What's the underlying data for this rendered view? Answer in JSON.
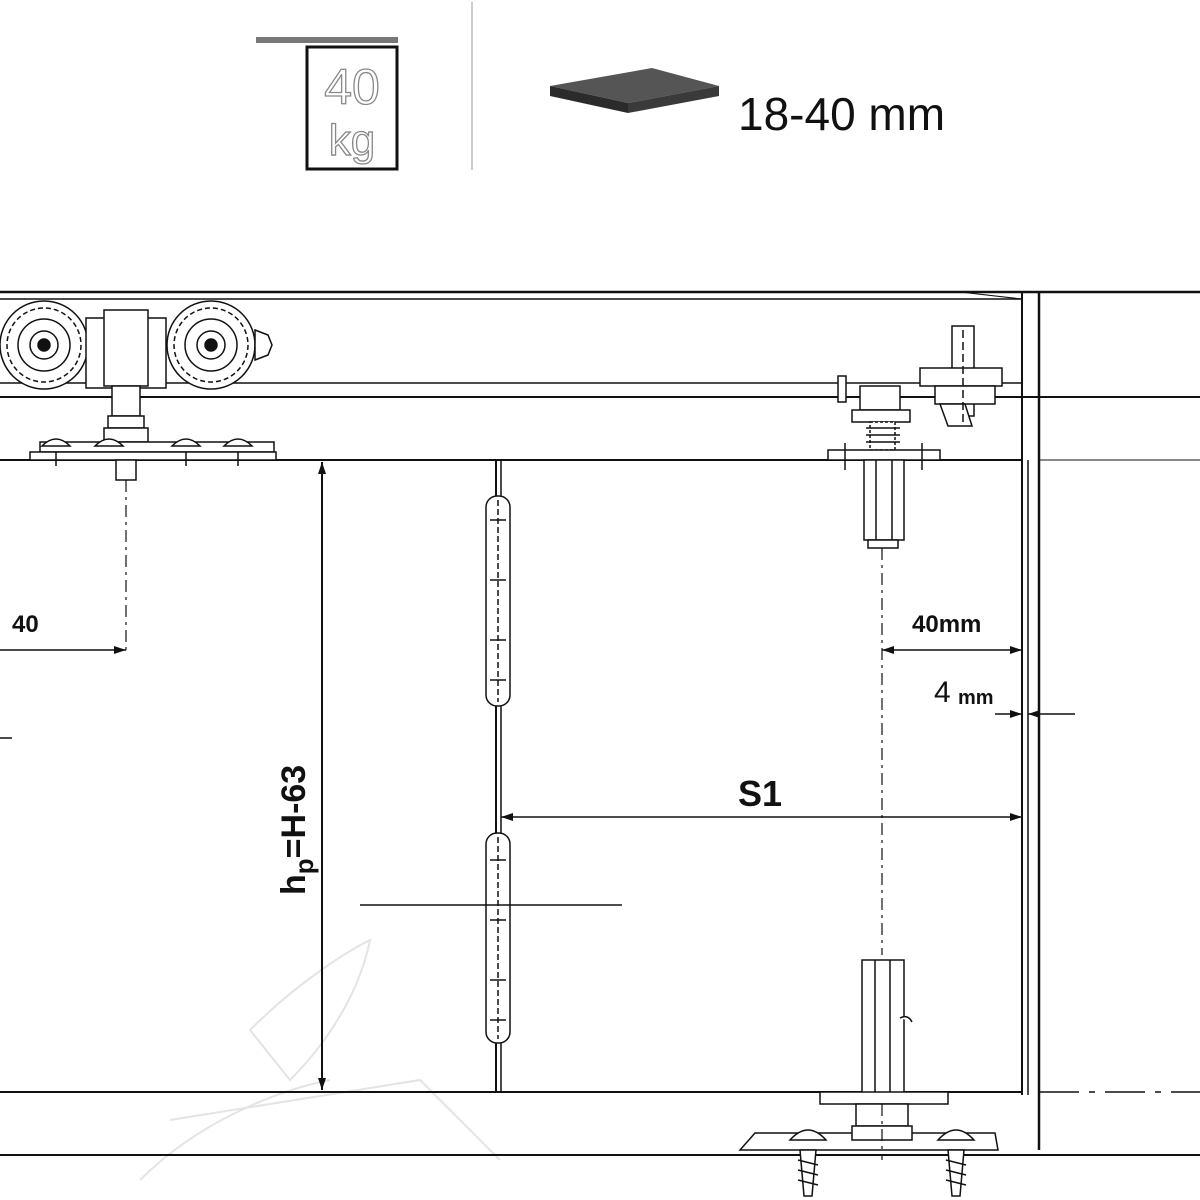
{
  "header": {
    "weight_icon": {
      "value": "40",
      "unit": "kg"
    },
    "thickness": {
      "label": "18-40 mm"
    }
  },
  "dimensions": {
    "left_offset": "40",
    "right_offset": "40mm",
    "gap_value": "4",
    "gap_unit": "mm",
    "panel_distance": "S1",
    "panel_height_h": "h",
    "panel_height_sub": "p",
    "panel_height_eq": "=H-63"
  },
  "colors": {
    "line": "#111111",
    "light": "#555555",
    "board_top": "#555555",
    "board_side": "#2b2b2b",
    "watermark": "#e6e6e6"
  }
}
